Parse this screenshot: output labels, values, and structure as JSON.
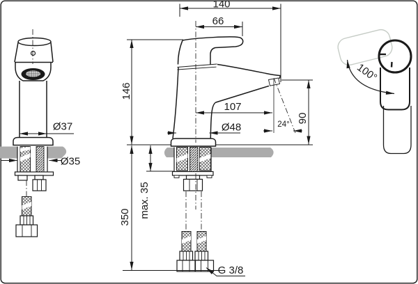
{
  "drawing": {
    "kind": "faucet-installation-dimension-drawing",
    "dims": {
      "overall_depth": "140",
      "lever_reach": "66",
      "height": "146",
      "spout_reach": "107",
      "base_diameter": "Ø48",
      "stream_angle": "24°",
      "outlet_height": "90",
      "body_diameter": "Ø37",
      "hole_diameter": "Ø35",
      "max_deck": "max. 35",
      "hose_length": "350",
      "thread": "G 3/8",
      "swivel": "100°"
    },
    "colors": {
      "line": "#1a1a1a",
      "counter": "#ababab",
      "ghost": "#c6ccc6"
    }
  }
}
